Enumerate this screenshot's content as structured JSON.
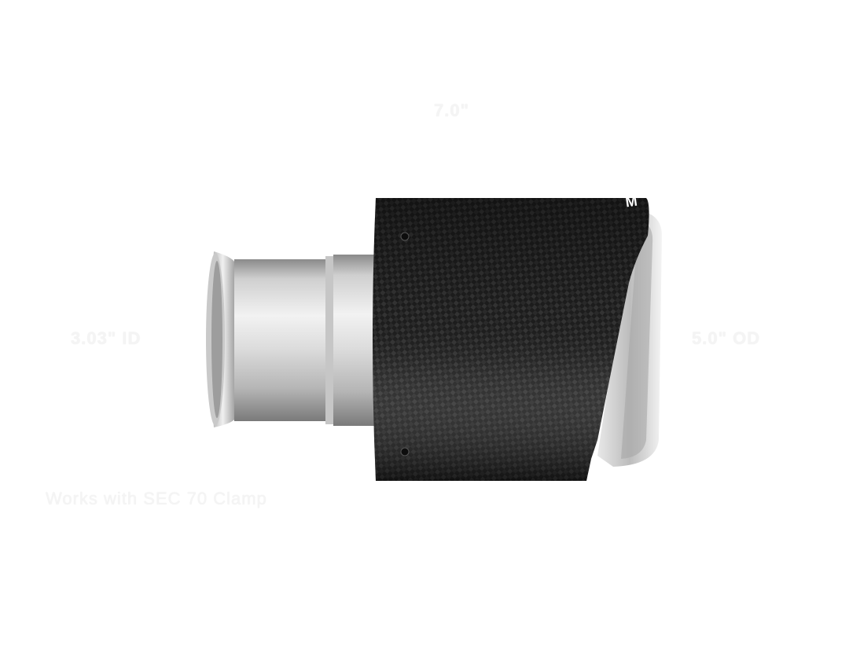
{
  "product": {
    "dimensions": {
      "length": "7.0\"",
      "inlet": "3.03\" ID",
      "outlet": "5.0\" OD"
    },
    "compatibility": "Works with SEC 70 Clamp",
    "brand_mark": "M",
    "colors": {
      "carbon_dark": "#1b1b1b",
      "carbon_light": "#3a3a3a",
      "steel_light": "#eeeeee",
      "steel_dark": "#7d7d7d",
      "label": "#f4f4f4"
    }
  }
}
